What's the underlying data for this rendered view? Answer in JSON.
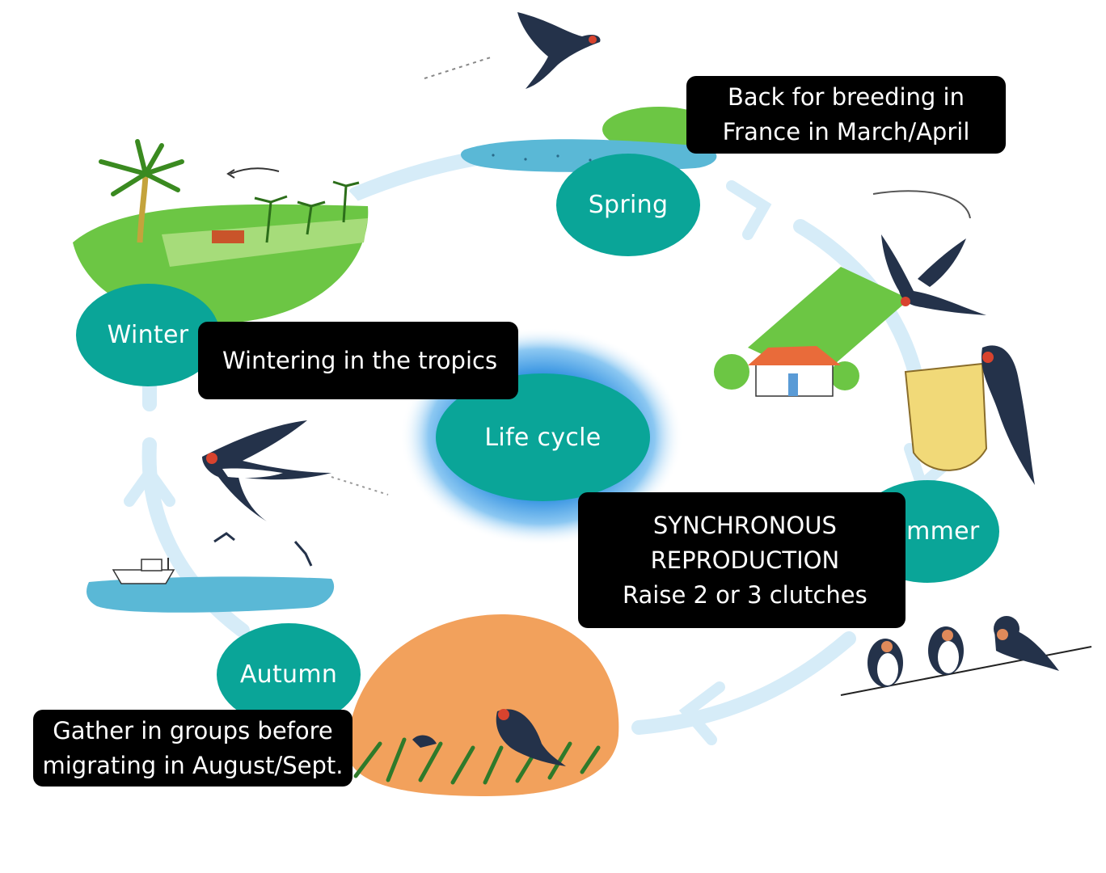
{
  "center": {
    "label": "Life cycle"
  },
  "seasons": {
    "spring": "Spring",
    "summer": "Summer",
    "autumn": "Autumn",
    "winter": "Winter"
  },
  "notes": {
    "spring": [
      "Back for breeding in",
      "France in March/April"
    ],
    "summer": [
      "SYNCHRONOUS",
      "REPRODUCTION",
      "Raise 2 or 3 clutches"
    ],
    "autumn": [
      "Gather in groups before",
      "migrating in August/Sept."
    ],
    "winter": [
      "Wintering in the tropics"
    ]
  },
  "colors": {
    "teal": "#0aa598",
    "cycle_ring": "#d6ecf8",
    "center_glow": "#2f8fe0",
    "water": "#5ab8d6",
    "grass": "#6cc644",
    "orange_field": "#f2a15c",
    "swallow_dark": "#24324a",
    "swallow_throat": "#d8432e"
  }
}
